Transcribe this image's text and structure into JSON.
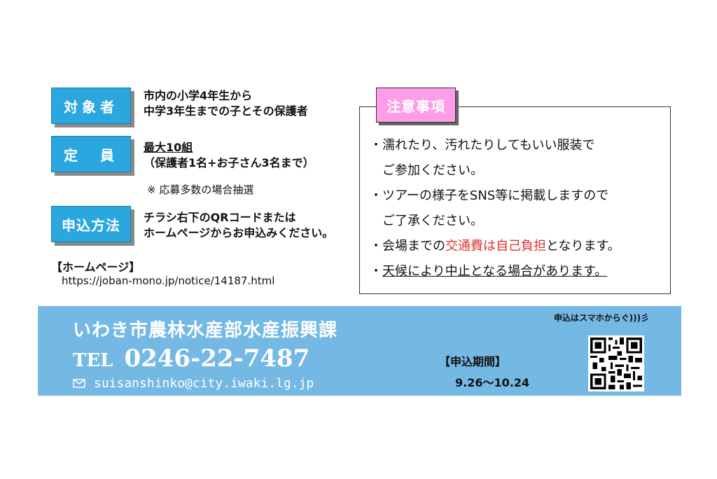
{
  "target": {
    "label": "対象者",
    "line1": "市内の小学4年生から",
    "line2": "中学3年生までの子とその保護者"
  },
  "capacity": {
    "label": "定　員",
    "line1": "最大10組",
    "line2": "（保護者1名+お子さん3名まで）",
    "note": "※ 応募多数の場合抽選"
  },
  "apply": {
    "label": "申込方法",
    "line1": "チラシ右下のQRコードまたは",
    "line2": "ホームページからお申込みください。"
  },
  "homepage": {
    "label": "【ホームページ】",
    "url": "https://joban-mono.jp/notice/14187.html"
  },
  "notes": {
    "title": "注意事項",
    "l1": "・濡れたり、汚れたりしてもいい服装で",
    "l2": "ご参加ください。",
    "l3": "・ツアーの様子をSNS等に掲載しますので",
    "l4": "ご了承ください。",
    "l5a": "・会場までの",
    "l5b": "交通費は自己負担",
    "l5c": "となります。",
    "l6a": "・",
    "l6b": "天候により中止となる場合があります。"
  },
  "footer": {
    "dept": "いわき市農林水産部水産振興課",
    "tel_prefix": "TEL",
    "tel": "0246-22-7487",
    "email": "suisanshinko@city.iwaki.lg.jp",
    "smartphone": "申込はスマホからぐ)))彡",
    "period_label": "【申込期間】",
    "period": "9.26〜10.24"
  },
  "colors": {
    "label_blue": "#2aa7de",
    "footer_blue": "#74b8e4",
    "pink": "#ff9de8",
    "red": "#e03030"
  }
}
